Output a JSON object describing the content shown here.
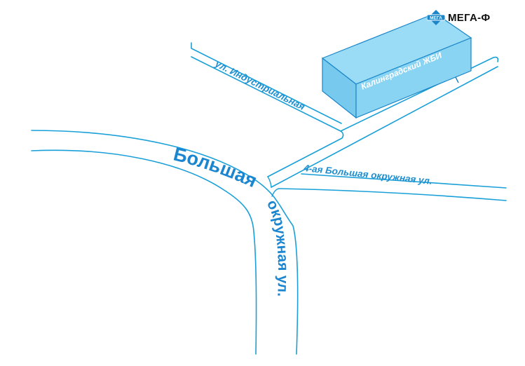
{
  "brand": {
    "logo_text": "МЕГА",
    "name": "МЕГА-Ф",
    "logo_color": "#1a86c8"
  },
  "streets": {
    "industrialnaya": "ул. Индустриальная",
    "bolshaya_okruzhnaya_horizontal": "Большая",
    "bolshaya_okruzhnaya_vertical": "окружная ул.",
    "chetvertaya_bolshaya_okruzhnaya": "4-ая Большая окружная ул."
  },
  "building": {
    "name": "Калинградский ЖБИ",
    "top_color": "#9adcf6",
    "front_color": "#8ad4f3",
    "side_color": "#77c9ee"
  },
  "colors": {
    "road": "#1aa0d8",
    "label": "#1e8fd0",
    "arrow": "#1a7fc0"
  }
}
